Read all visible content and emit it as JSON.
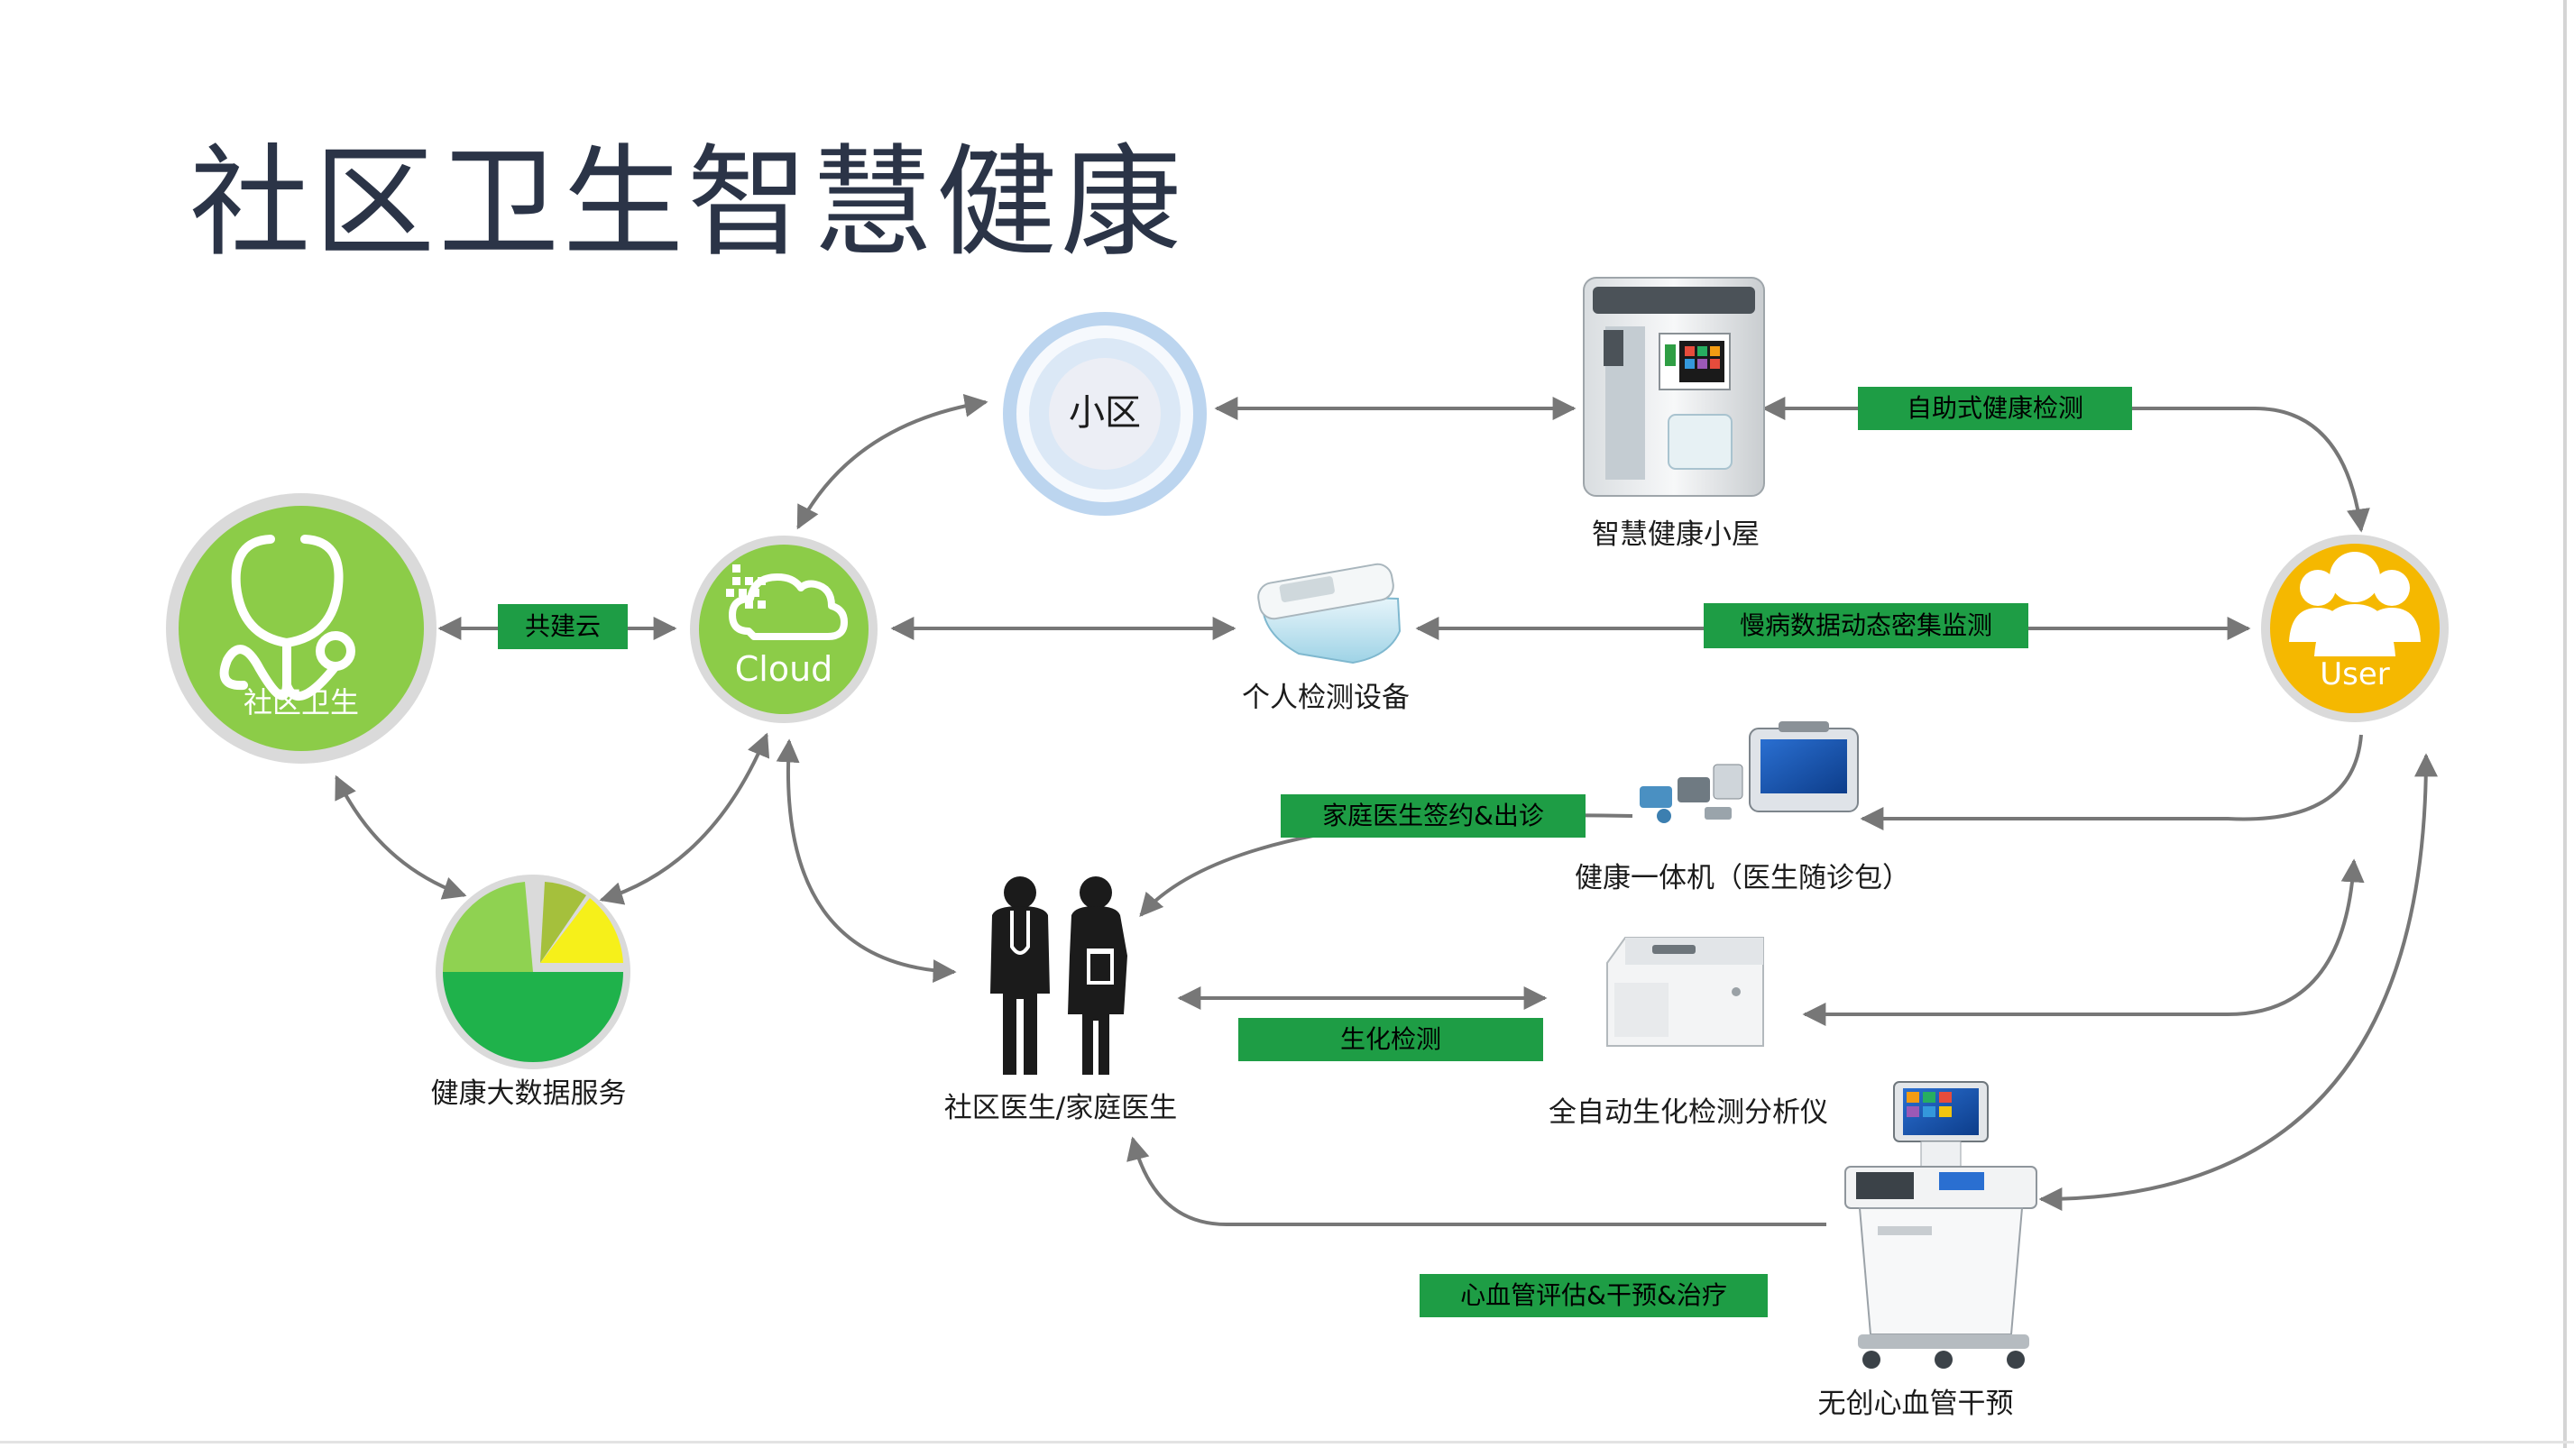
{
  "title": "社区卫生智慧健康",
  "nodes": {
    "community_health": {
      "label": "社区卫生",
      "icon": "stethoscope-icon"
    },
    "cloud": {
      "label": "Cloud",
      "icon": "cloud-icon"
    },
    "xiaoqu": {
      "label": "小区"
    },
    "user": {
      "label": "User",
      "icon": "users-group-icon"
    },
    "big_data": {
      "label": "健康大数据服务",
      "icon": "pie-chart-icon"
    },
    "kiosk": {
      "label": "智慧健康小屋",
      "icon": "health-kiosk-icon"
    },
    "personal_device": {
      "label": "个人检测设备",
      "icon": "blood-pressure-monitor-icon"
    },
    "health_machine": {
      "label": "健康一体机（医生随诊包）",
      "icon": "medical-kit-icon"
    },
    "doctors": {
      "label": "社区医生/家庭医生",
      "icon": "doctors-icon"
    },
    "analyzer": {
      "label": "全自动生化检测分析仪",
      "icon": "biochemical-analyzer-icon"
    },
    "cardio": {
      "label": "无创心血管干预",
      "icon": "cardiovascular-cart-icon"
    }
  },
  "tags": {
    "co_build_cloud": "共建云",
    "self_service": "自助式健康检测",
    "chronic_monitoring": "慢病数据动态密集监测",
    "family_doctor": "家庭医生签约&出诊",
    "biochem_test": "生化检测",
    "cardio_eval": "心血管评估&干预&治疗"
  },
  "colors": {
    "title": "#2b3447",
    "tag_green": "#1e9d45",
    "health_green": "#8ccc48",
    "cloud_green": "#8ccc48",
    "xiaoqu_blue": "#a9c8ea",
    "user_gold": "#f5b800",
    "circle_border": "#dadada",
    "arrow": "#777777",
    "pie_dark": "#1fb24b",
    "pie_light": "#8fd251",
    "pie_olive": "#a5c03c",
    "pie_yellow": "#f6f01a"
  }
}
